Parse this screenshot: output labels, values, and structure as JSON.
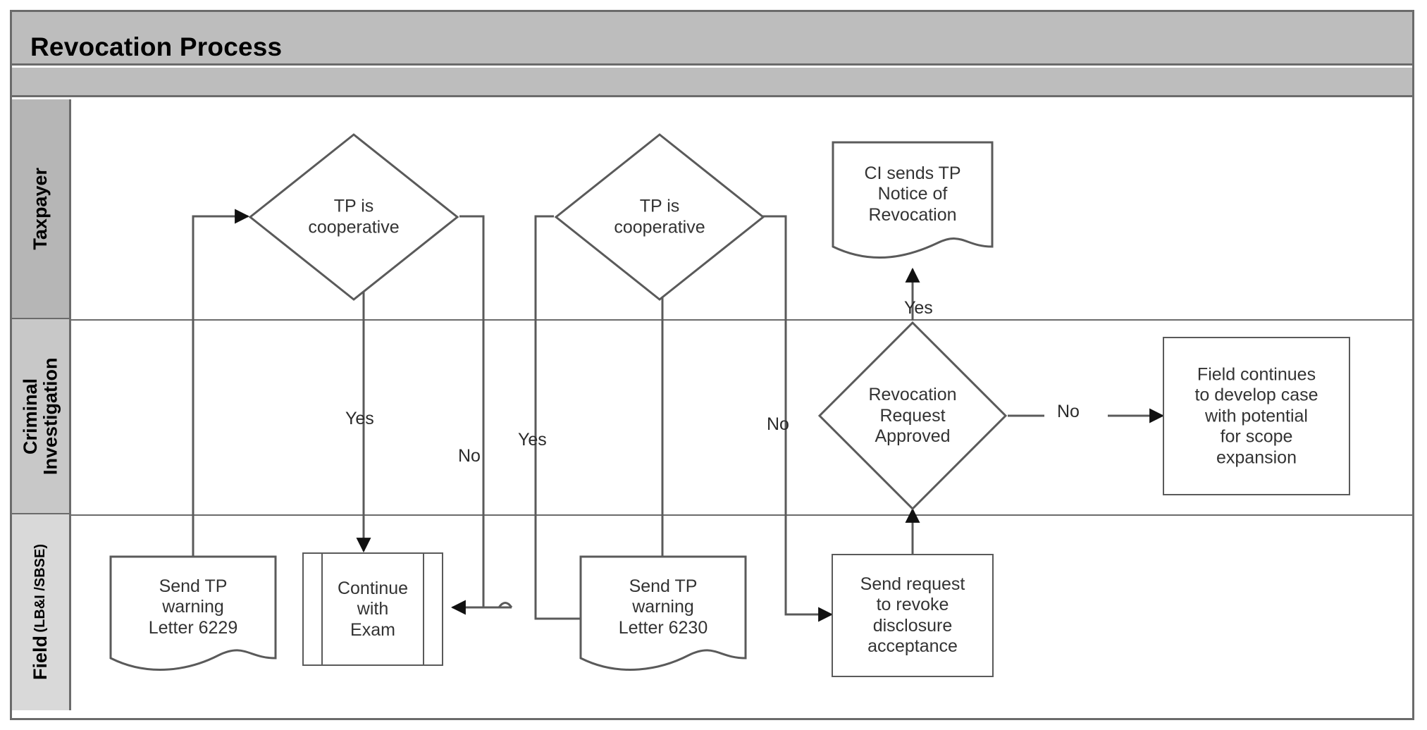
{
  "diagram": {
    "title": "Revocation Process",
    "type": "swimlane-flowchart",
    "lanes": [
      {
        "id": "taxpayer",
        "label": "Taxpayer",
        "sublabel": ""
      },
      {
        "id": "criminal-investigation",
        "label": "Criminal\nInvestigation",
        "sublabel": ""
      },
      {
        "id": "field",
        "label": "Field",
        "sublabel": "(LB&I /SBSE)"
      }
    ],
    "nodes": [
      {
        "id": "tp-coop-1",
        "lane": "taxpayer",
        "shape": "decision",
        "text": "TP is\ncooperative"
      },
      {
        "id": "tp-coop-2",
        "lane": "taxpayer",
        "shape": "decision",
        "text": "TP is\ncooperative"
      },
      {
        "id": "ci-notice",
        "lane": "taxpayer",
        "shape": "document",
        "text": "CI sends TP\nNotice of\nRevocation"
      },
      {
        "id": "rev-approved",
        "lane": "criminal-investigation",
        "shape": "decision",
        "text": "Revocation\nRequest\nApproved"
      },
      {
        "id": "field-continues",
        "lane": "criminal-investigation",
        "shape": "process",
        "text": "Field continues\nto develop case\nwith potential\nfor scope\nexpansion"
      },
      {
        "id": "letter-6229",
        "lane": "field",
        "shape": "document",
        "text": "Send TP\nwarning\nLetter 6229"
      },
      {
        "id": "continue-exam",
        "lane": "field",
        "shape": "predefined-process",
        "text": "Continue\nwith\nExam"
      },
      {
        "id": "letter-6230",
        "lane": "field",
        "shape": "document",
        "text": "Send TP\nwarning\nLetter 6230"
      },
      {
        "id": "send-request",
        "lane": "field",
        "shape": "process",
        "text": "Send request\nto revoke\ndisclosure\nacceptance"
      }
    ],
    "edges": [
      {
        "id": "e1",
        "from": "letter-6229",
        "to": "tp-coop-1",
        "label": ""
      },
      {
        "id": "e2",
        "from": "tp-coop-1",
        "to": "continue-exam",
        "label": "Yes"
      },
      {
        "id": "e3",
        "from": "tp-coop-1",
        "to": "continue-exam",
        "label": "No"
      },
      {
        "id": "e4",
        "from": "tp-coop-2",
        "to": "letter-6230",
        "label": "Yes"
      },
      {
        "id": "e5",
        "from": "tp-coop-2",
        "to": "send-request",
        "label": "No"
      },
      {
        "id": "e6",
        "from": "letter-6230",
        "to": "tp-coop-2",
        "label": ""
      },
      {
        "id": "e7",
        "from": "send-request",
        "to": "rev-approved",
        "label": ""
      },
      {
        "id": "e8",
        "from": "rev-approved",
        "to": "ci-notice",
        "label": "Yes"
      },
      {
        "id": "e9",
        "from": "rev-approved",
        "to": "field-continues",
        "label": "No"
      }
    ],
    "edge_labels": [
      {
        "id": "yes-1",
        "text": "Yes"
      },
      {
        "id": "no-1",
        "text": "No"
      },
      {
        "id": "yes-2",
        "text": "Yes"
      },
      {
        "id": "no-2",
        "text": "No"
      },
      {
        "id": "yes-3",
        "text": "Yes"
      },
      {
        "id": "no-3",
        "text": "No"
      }
    ],
    "colors": {
      "title_band": "#bdbdbd",
      "lane_taxpayer": "#b6b6b6",
      "lane_criminal": "#c8c8c8",
      "lane_field": "#d9d9d9",
      "border": "#6b6b6b",
      "shape_stroke": "#5a5a5a",
      "text": "#333333",
      "canvas": "#ffffff"
    }
  }
}
